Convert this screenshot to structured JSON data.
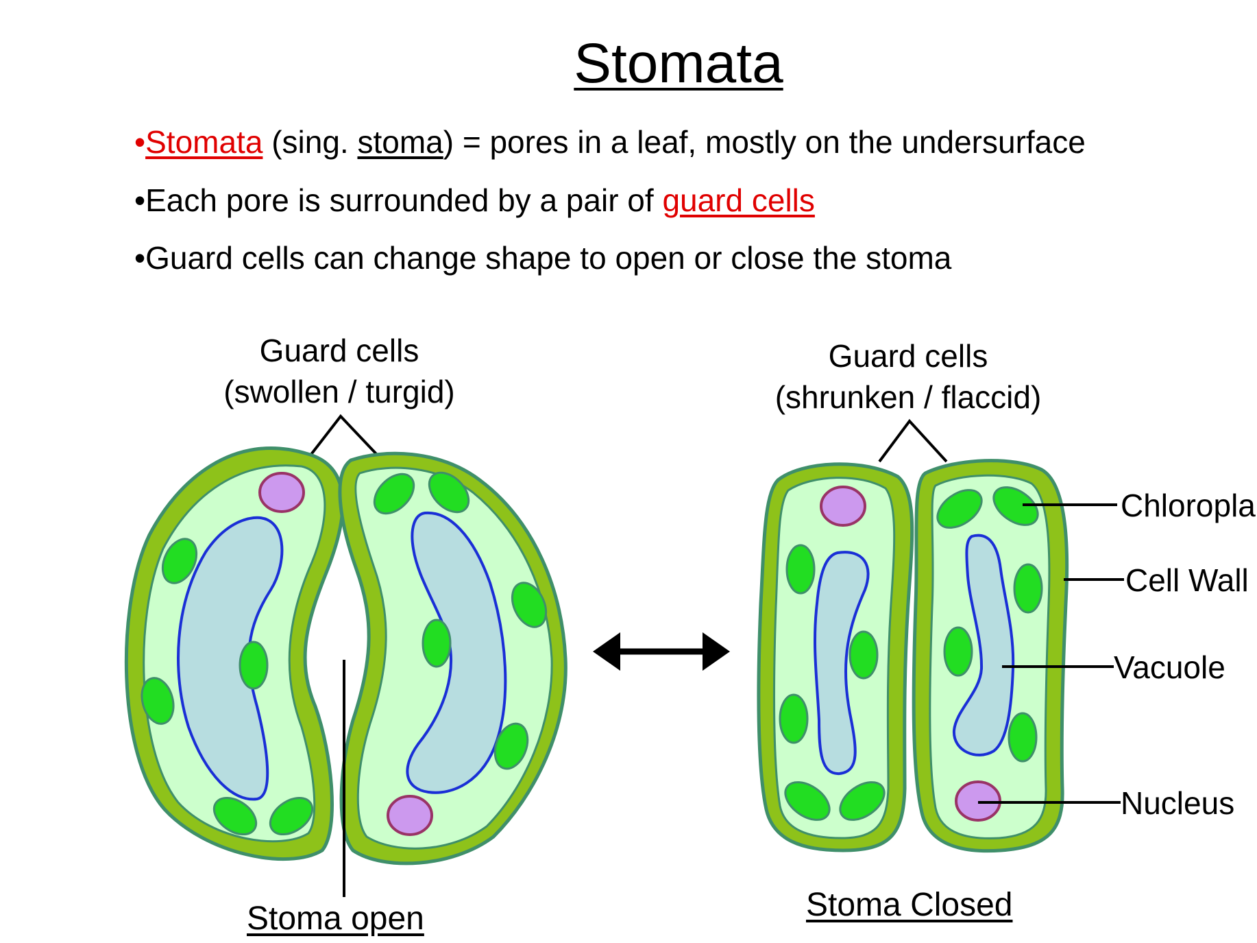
{
  "title": "Stomata",
  "bullets": {
    "b1_term": "Stomata",
    "b1_paren_open": " (sing. ",
    "b1_singular": "stoma",
    "b1_rest": ") = pores in a leaf, mostly on the undersurface",
    "b2_text": "Each pore is surrounded by a pair of ",
    "b2_term": "guard cells",
    "b3_text": "Guard cells can change shape to open or close the stoma",
    "marker": "•"
  },
  "open_stoma": {
    "guard_label": "Guard cells",
    "guard_state": "(swollen / turgid)",
    "caption": "Stoma open"
  },
  "closed_stoma": {
    "guard_label": "Guard cells",
    "guard_state": "(shrunken / flaccid)",
    "caption": "Stoma Closed"
  },
  "parts": {
    "chloroplast": "Chloropla",
    "cell_wall": "Cell Wall",
    "vacuole": "Vacuole",
    "nucleus": "Nucleus"
  },
  "colors": {
    "cell_wall": "#8ec21a",
    "cell_wall_stroke": "#3f8f6a",
    "cytoplasm": "#ccffcc",
    "vacuole": "#b7dde0",
    "vacuole_stroke": "#1a2fd6",
    "chloroplast": "#22dd22",
    "nucleus": "#cc99ee",
    "nucleus_stroke": "#993366",
    "term_red": "#e00000"
  }
}
